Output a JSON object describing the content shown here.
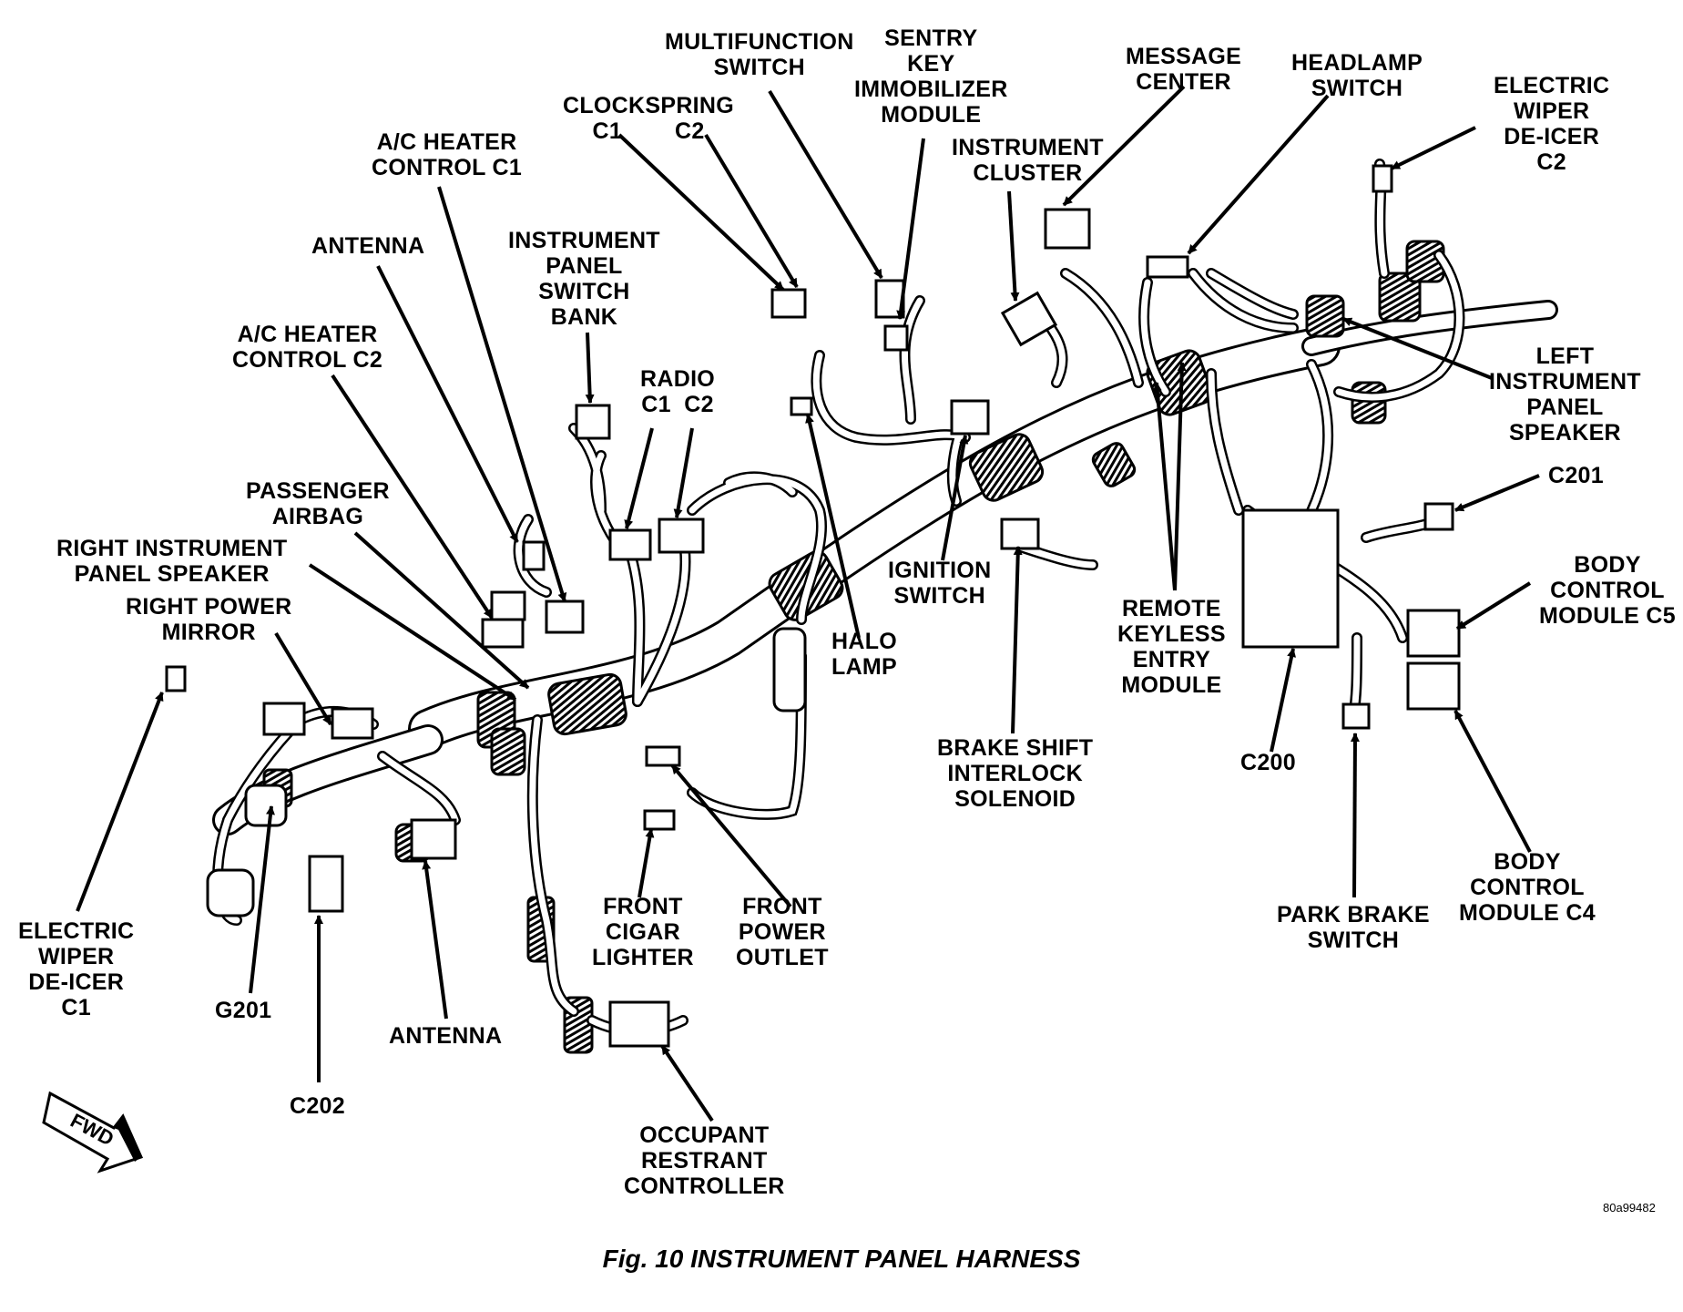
{
  "figure": {
    "caption": "Fig. 10 INSTRUMENT PANEL HARNESS",
    "id_code": "80a99482",
    "fwd_label": "FWD"
  },
  "labels": {
    "multifunction_switch": "MULTIFUNCTION\nSWITCH",
    "sentry_key": "SENTRY\nKEY\nIMMOBILIZER\nMODULE",
    "message_center": "MESSAGE\nCENTER",
    "headlamp_switch": "HEADLAMP\nSWITCH",
    "electric_wiper_deicer_c2": "ELECTRIC\nWIPER\nDE-ICER\nC2",
    "clockspring": "CLOCKSPRING\nC1        C2",
    "instrument_cluster": "INSTRUMENT\nCLUSTER",
    "ac_heater_control_c1": "A/C HEATER\nCONTROL C1",
    "antenna_top": "ANTENNA",
    "instrument_panel_switch_bank": "INSTRUMENT\nPANEL\nSWITCH\nBANK",
    "ac_heater_control_c2": "A/C HEATER\nCONTROL C2",
    "radio": "RADIO\nC1  C2",
    "left_instrument_panel_speaker": "LEFT\nINSTRUMENT\nPANEL\nSPEAKER",
    "passenger_airbag": "PASSENGER\nAIRBAG",
    "c201": "C201",
    "right_instrument_panel_speaker": "RIGHT INSTRUMENT\nPANEL SPEAKER",
    "ignition_switch": "IGNITION\nSWITCH",
    "body_control_module_c5": "BODY\nCONTROL\nMODULE C5",
    "right_power_mirror": "RIGHT POWER\nMIRROR",
    "remote_keyless_entry": "REMOTE\nKEYLESS\nENTRY\nMODULE",
    "halo_lamp": "HALO\nLAMP",
    "brake_shift_interlock": "BRAKE SHIFT\nINTERLOCK\nSOLENOID",
    "c200": "C200",
    "body_control_module_c4": "BODY\nCONTROL\nMODULE C4",
    "park_brake_switch": "PARK BRAKE\nSWITCH",
    "front_cigar_lighter": "FRONT\nCIGAR\nLIGHTER",
    "front_power_outlet": "FRONT\nPOWER\nOUTLET",
    "electric_wiper_deicer_c1": "ELECTRIC\nWIPER\nDE-ICER\nC1",
    "g201": "G201",
    "antenna_bottom": "ANTENNA",
    "c202": "C202",
    "occupant_restraint_controller": "OCCUPANT\nRESTRANT\nCONTROLLER"
  }
}
